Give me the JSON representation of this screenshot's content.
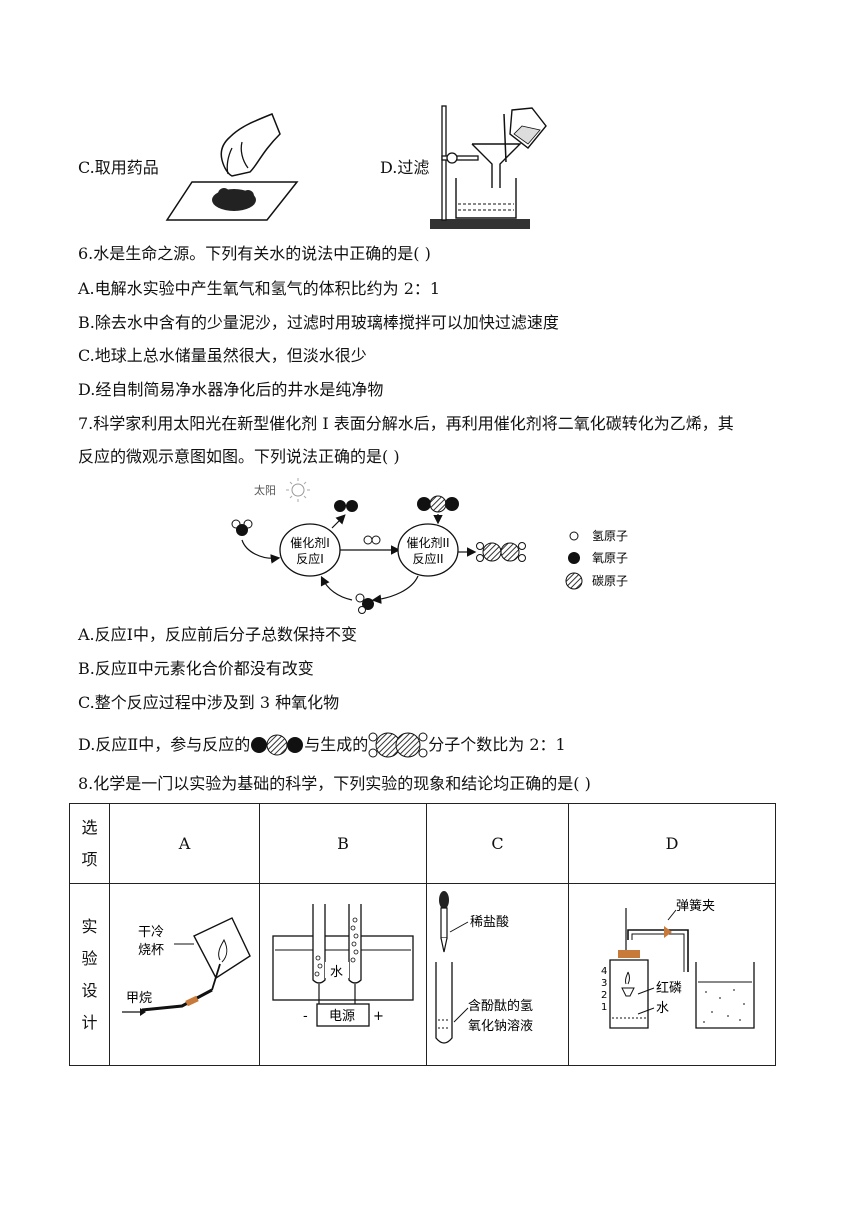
{
  "q5": {
    "option_c": "C.取用药品",
    "option_d": "D.过滤"
  },
  "q6": {
    "stem": "6.水是生命之源。下列有关水的说法中正确的是(   )",
    "options": [
      "A.电解水实验中产生氧气和氢气的体积比约为 2：1",
      "B.除去水中含有的少量泥沙，过滤时用玻璃棒搅拌可以加快过滤速度",
      "C.地球上总水储量虽然很大，但淡水很少",
      "D.经自制简易净水器净化后的井水是纯净物"
    ]
  },
  "q7": {
    "stem_line1": "7.科学家利用太阳光在新型催化剂 I 表面分解水后，再利用催化剂将二氧化碳转化为乙烯，其",
    "stem_line2": "反应的微观示意图如图。下列说法正确的是(   )",
    "diagram": {
      "sun": "太阳",
      "catalyst1_line1": "催化剂I",
      "catalyst1_line2": "反应I",
      "catalyst2_line1": "催化剂II",
      "catalyst2_line2": "反应II",
      "legend": [
        "氢原子",
        "氧原子",
        "碳原子"
      ]
    },
    "options": [
      "A.反应Ⅰ中，反应前后分子总数保持不变",
      "B.反应Ⅱ中元素化合价都没有改变",
      "C.整个反应过程中涉及到 3 种氧化物"
    ],
    "option_d_part1": "D.反应Ⅱ中，参与反应的",
    "option_d_part2": "与生成的",
    "option_d_part3": "分子个数比为 2：1"
  },
  "q8": {
    "stem": "8.化学是一门以实验为基础的科学，下列实验的现象和结论均正确的是(   )",
    "header_col": "选项",
    "columns": [
      "A",
      "B",
      "C",
      "D"
    ],
    "row_label": "实验设计",
    "cell_a": {
      "beaker": "干冷\n烧杯",
      "gas": "甲烷"
    },
    "cell_b": {
      "water": "水",
      "power": "电源",
      "minus": "-",
      "plus": "+"
    },
    "cell_c": {
      "acid": "稀盐酸",
      "solution_line1": "含酚酞的氢",
      "solution_line2": "氧化钠溶液"
    },
    "cell_d": {
      "clamp": "弹簧夹",
      "phosphorus": "红磷",
      "water": "水",
      "marks": [
        "4",
        "3",
        "2",
        "1"
      ]
    }
  }
}
